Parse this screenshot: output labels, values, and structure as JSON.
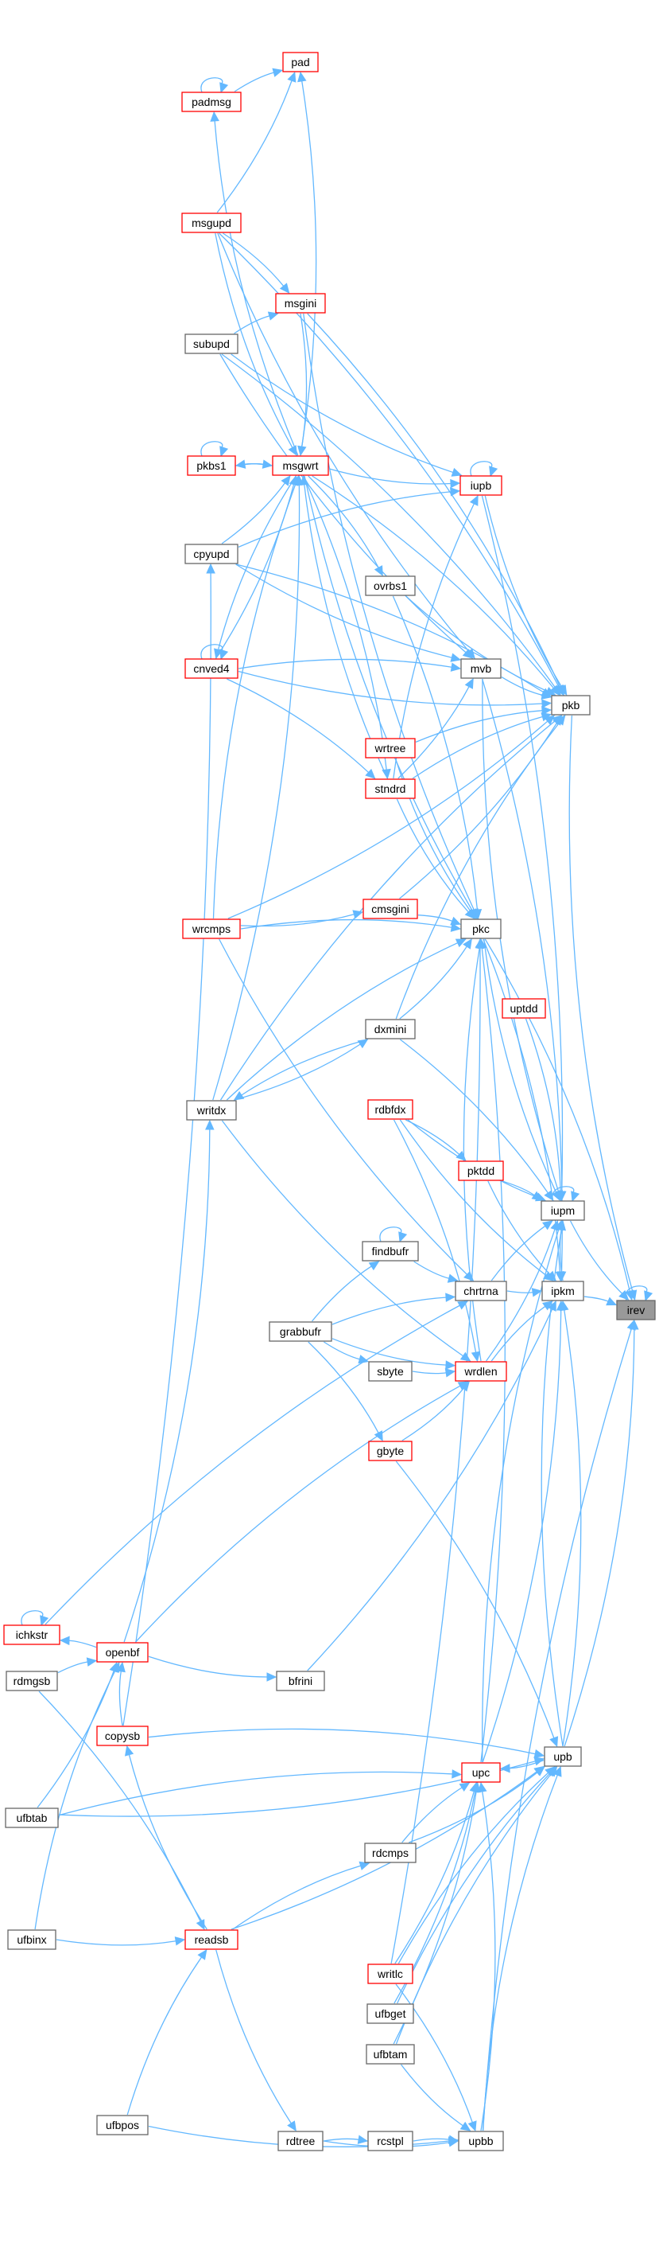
{
  "colors": {
    "edge": "#63b8ff",
    "node_border": "#666666",
    "node_border_truncated": "#ff0000",
    "focus_fill": "#999999",
    "background": "#ffffff"
  },
  "nodes": [
    {
      "id": "irev",
      "label": "irev",
      "style": "focus"
    },
    {
      "id": "pad",
      "label": "pad",
      "style": "red"
    },
    {
      "id": "padmsg",
      "label": "padmsg",
      "style": "red"
    },
    {
      "id": "msgupd",
      "label": "msgupd",
      "style": "red"
    },
    {
      "id": "msgini",
      "label": "msgini",
      "style": "red"
    },
    {
      "id": "subupd",
      "label": "subupd",
      "style": "normal"
    },
    {
      "id": "pkbs1",
      "label": "pkbs1",
      "style": "red"
    },
    {
      "id": "msgwrt",
      "label": "msgwrt",
      "style": "red"
    },
    {
      "id": "iupb",
      "label": "iupb",
      "style": "red"
    },
    {
      "id": "cpyupd",
      "label": "cpyupd",
      "style": "normal"
    },
    {
      "id": "ovrbs1",
      "label": "ovrbs1",
      "style": "normal"
    },
    {
      "id": "cnved4",
      "label": "cnved4",
      "style": "red"
    },
    {
      "id": "mvb",
      "label": "mvb",
      "style": "normal"
    },
    {
      "id": "pkb",
      "label": "pkb",
      "style": "normal"
    },
    {
      "id": "wrtree",
      "label": "wrtree",
      "style": "red"
    },
    {
      "id": "stndrd",
      "label": "stndrd",
      "style": "red"
    },
    {
      "id": "cmsgini",
      "label": "cmsgini",
      "style": "red"
    },
    {
      "id": "wrcmps",
      "label": "wrcmps",
      "style": "red"
    },
    {
      "id": "pkc",
      "label": "pkc",
      "style": "normal"
    },
    {
      "id": "uptdd",
      "label": "uptdd",
      "style": "red"
    },
    {
      "id": "dxmini",
      "label": "dxmini",
      "style": "normal"
    },
    {
      "id": "writdx",
      "label": "writdx",
      "style": "normal"
    },
    {
      "id": "rdbfdx",
      "label": "rdbfdx",
      "style": "red"
    },
    {
      "id": "pktdd",
      "label": "pktdd",
      "style": "red"
    },
    {
      "id": "iupm",
      "label": "iupm",
      "style": "normal"
    },
    {
      "id": "findbufr",
      "label": "findbufr",
      "style": "normal"
    },
    {
      "id": "chrtrna",
      "label": "chrtrna",
      "style": "normal"
    },
    {
      "id": "ipkm",
      "label": "ipkm",
      "style": "normal"
    },
    {
      "id": "grabbufr",
      "label": "grabbufr",
      "style": "normal"
    },
    {
      "id": "sbyte",
      "label": "sbyte",
      "style": "normal"
    },
    {
      "id": "wrdlen",
      "label": "wrdlen",
      "style": "red"
    },
    {
      "id": "gbyte",
      "label": "gbyte",
      "style": "red"
    },
    {
      "id": "ichkstr",
      "label": "ichkstr",
      "style": "red"
    },
    {
      "id": "openbf",
      "label": "openbf",
      "style": "red"
    },
    {
      "id": "rdmgsb",
      "label": "rdmgsb",
      "style": "normal"
    },
    {
      "id": "bfrini",
      "label": "bfrini",
      "style": "normal"
    },
    {
      "id": "copysb",
      "label": "copysb",
      "style": "red"
    },
    {
      "id": "upb",
      "label": "upb",
      "style": "normal"
    },
    {
      "id": "upc",
      "label": "upc",
      "style": "red"
    },
    {
      "id": "ufbtab",
      "label": "ufbtab",
      "style": "normal"
    },
    {
      "id": "rdcmps",
      "label": "rdcmps",
      "style": "normal"
    },
    {
      "id": "ufbinx",
      "label": "ufbinx",
      "style": "normal"
    },
    {
      "id": "readsb",
      "label": "readsb",
      "style": "red"
    },
    {
      "id": "writlc",
      "label": "writlc",
      "style": "red"
    },
    {
      "id": "ufbget",
      "label": "ufbget",
      "style": "normal"
    },
    {
      "id": "ufbtam",
      "label": "ufbtam",
      "style": "normal"
    },
    {
      "id": "ufbpos",
      "label": "ufbpos",
      "style": "normal"
    },
    {
      "id": "rdtree",
      "label": "rdtree",
      "style": "normal"
    },
    {
      "id": "rcstpl",
      "label": "rcstpl",
      "style": "normal"
    },
    {
      "id": "upbb",
      "label": "upbb",
      "style": "normal"
    }
  ],
  "edges": [
    [
      "irev",
      "irev"
    ],
    [
      "iupm",
      "irev"
    ],
    [
      "ipkm",
      "irev"
    ],
    [
      "pkb",
      "irev"
    ],
    [
      "pkc",
      "irev"
    ],
    [
      "upb",
      "irev"
    ],
    [
      "upbb",
      "irev"
    ],
    [
      "iupm",
      "iupm"
    ],
    [
      "padmsg",
      "padmsg"
    ],
    [
      "pkbs1",
      "pkbs1"
    ],
    [
      "iupb",
      "iupb"
    ],
    [
      "cnved4",
      "cnved4"
    ],
    [
      "ichkstr",
      "ichkstr"
    ],
    [
      "findbufr",
      "findbufr"
    ],
    [
      "padmsg",
      "pad"
    ],
    [
      "msgwrt",
      "pad"
    ],
    [
      "msgwrt",
      "padmsg"
    ],
    [
      "msgupd",
      "pad"
    ],
    [
      "msgupd",
      "msgini"
    ],
    [
      "msgupd",
      "msgwrt"
    ],
    [
      "msgupd",
      "pkb"
    ],
    [
      "msgupd",
      "mvb"
    ],
    [
      "subupd",
      "msgini"
    ],
    [
      "subupd",
      "iupb"
    ],
    [
      "subupd",
      "pkb"
    ],
    [
      "subupd",
      "mvb"
    ],
    [
      "msgini",
      "pkb"
    ],
    [
      "msgini",
      "pkc"
    ],
    [
      "msgini",
      "msgwrt"
    ],
    [
      "msgwrt",
      "pkbs1"
    ],
    [
      "pkbs1",
      "msgwrt"
    ],
    [
      "msgwrt",
      "iupb"
    ],
    [
      "msgwrt",
      "ovrbs1"
    ],
    [
      "msgwrt",
      "cnved4"
    ],
    [
      "msgwrt",
      "pkb"
    ],
    [
      "msgwrt",
      "pkc"
    ],
    [
      "msgwrt",
      "stndrd"
    ],
    [
      "cpyupd",
      "msgwrt"
    ],
    [
      "cpyupd",
      "iupb"
    ],
    [
      "cpyupd",
      "mvb"
    ],
    [
      "cpyupd",
      "pkb"
    ],
    [
      "cnved4",
      "msgwrt"
    ],
    [
      "cnved4",
      "mvb"
    ],
    [
      "cnved4",
      "pkb"
    ],
    [
      "cnved4",
      "stndrd"
    ],
    [
      "iupb",
      "pkb"
    ],
    [
      "iupb",
      "iupm"
    ],
    [
      "ovrbs1",
      "pkb"
    ],
    [
      "ovrbs1",
      "pkc"
    ],
    [
      "mvb",
      "pkb"
    ],
    [
      "mvb",
      "ipkm"
    ],
    [
      "mvb",
      "iupm"
    ],
    [
      "wrtree",
      "pkb"
    ],
    [
      "wrtree",
      "pkc"
    ],
    [
      "stndrd",
      "pkb"
    ],
    [
      "stndrd",
      "pkc"
    ],
    [
      "stndrd",
      "iupb"
    ],
    [
      "stndrd",
      "mvb"
    ],
    [
      "stndrd",
      "msgwrt"
    ],
    [
      "cmsgini",
      "pkb"
    ],
    [
      "cmsgini",
      "pkc"
    ],
    [
      "wrcmps",
      "cmsgini"
    ],
    [
      "wrcmps",
      "pkc"
    ],
    [
      "wrcmps",
      "pkb"
    ],
    [
      "wrcmps",
      "msgwrt"
    ],
    [
      "wrcmps",
      "chrtrna"
    ],
    [
      "pkc",
      "ipkm"
    ],
    [
      "pkc",
      "iupm"
    ],
    [
      "uptdd",
      "iupm"
    ],
    [
      "dxmini",
      "pkc"
    ],
    [
      "dxmini",
      "pkb"
    ],
    [
      "dxmini",
      "writdx"
    ],
    [
      "dxmini",
      "iupm"
    ],
    [
      "writdx",
      "dxmini"
    ],
    [
      "writdx",
      "pkc"
    ],
    [
      "writdx",
      "msgwrt"
    ],
    [
      "writdx",
      "pkb"
    ],
    [
      "writdx",
      "wrdlen"
    ],
    [
      "rdbfdx",
      "pktdd"
    ],
    [
      "rdbfdx",
      "iupm"
    ],
    [
      "rdbfdx",
      "wrdlen"
    ],
    [
      "rdbfdx",
      "ipkm"
    ],
    [
      "pktdd",
      "iupm"
    ],
    [
      "pktdd",
      "ipkm"
    ],
    [
      "ipkm",
      "iupm"
    ],
    [
      "chrtrna",
      "ipkm"
    ],
    [
      "chrtrna",
      "iupm"
    ],
    [
      "findbufr",
      "chrtrna"
    ],
    [
      "grabbufr",
      "findbufr"
    ],
    [
      "grabbufr",
      "sbyte"
    ],
    [
      "grabbufr",
      "gbyte"
    ],
    [
      "grabbufr",
      "wrdlen"
    ],
    [
      "grabbufr",
      "chrtrna"
    ],
    [
      "sbyte",
      "wrdlen"
    ],
    [
      "wrdlen",
      "ipkm"
    ],
    [
      "wrdlen",
      "iupm"
    ],
    [
      "wrdlen",
      "pkc"
    ],
    [
      "gbyte",
      "wrdlen"
    ],
    [
      "gbyte",
      "upb"
    ],
    [
      "openbf",
      "ichkstr"
    ],
    [
      "rdmgsb",
      "openbf"
    ],
    [
      "openbf",
      "bfrini"
    ],
    [
      "openbf",
      "wrdlen"
    ],
    [
      "openbf",
      "writdx"
    ],
    [
      "ichkstr",
      "chrtrna"
    ],
    [
      "bfrini",
      "ipkm"
    ],
    [
      "copysb",
      "upb"
    ],
    [
      "copysb",
      "cpyupd"
    ],
    [
      "copysb",
      "openbf"
    ],
    [
      "upc",
      "ipkm"
    ],
    [
      "upc",
      "iupm"
    ],
    [
      "upc",
      "pkc"
    ],
    [
      "upb",
      "upc"
    ],
    [
      "upb",
      "ipkm"
    ],
    [
      "upb",
      "iupm"
    ],
    [
      "ufbtab",
      "openbf"
    ],
    [
      "ufbtab",
      "upc"
    ],
    [
      "ufbtab",
      "upb"
    ],
    [
      "rdcmps",
      "upc"
    ],
    [
      "rdcmps",
      "upb"
    ],
    [
      "ufbinx",
      "openbf"
    ],
    [
      "ufbinx",
      "readsb"
    ],
    [
      "readsb",
      "rdcmps"
    ],
    [
      "readsb",
      "rdtree"
    ],
    [
      "readsb",
      "copysb"
    ],
    [
      "readsb",
      "upb"
    ],
    [
      "rdmgsb",
      "readsb"
    ],
    [
      "writlc",
      "upc"
    ],
    [
      "writlc",
      "upbb"
    ],
    [
      "writlc",
      "pkc"
    ],
    [
      "writlc",
      "upb"
    ],
    [
      "ufbget",
      "upc"
    ],
    [
      "ufbget",
      "upb"
    ],
    [
      "ufbtam",
      "upbb"
    ],
    [
      "ufbtam",
      "upb"
    ],
    [
      "ufbtam",
      "upc"
    ],
    [
      "ufbpos",
      "readsb"
    ],
    [
      "ufbpos",
      "upbb"
    ],
    [
      "rdtree",
      "rcstpl"
    ],
    [
      "rdtree",
      "upbb"
    ],
    [
      "rcstpl",
      "upbb"
    ],
    [
      "upbb",
      "upc"
    ],
    [
      "upbb",
      "upb"
    ]
  ]
}
